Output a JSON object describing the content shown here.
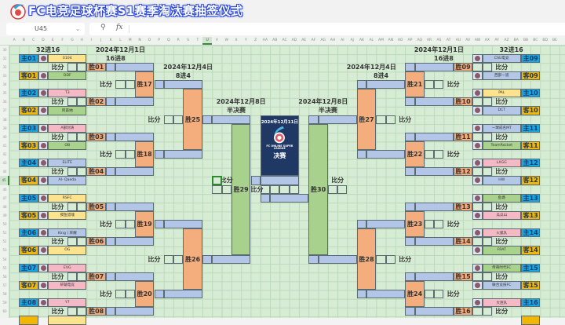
{
  "title": "FC电竞足球杯赛S1赛季淘汰赛抽签仪式",
  "formula_bar": {
    "name_box": "U45",
    "fx_label": "fx"
  },
  "selected_cell": {
    "column": "U",
    "row": 45
  },
  "column_letters": [
    "A",
    "B",
    "C",
    "D",
    "E",
    "F",
    "G",
    "H",
    "I",
    "J",
    "K",
    "L",
    "M",
    "N",
    "O",
    "P",
    "Q",
    "R",
    "S",
    "T",
    "U",
    "V",
    "W",
    "X",
    "Y",
    "Z",
    "AA",
    "AB",
    "AC",
    "AD",
    "AE",
    "AF",
    "AG",
    "AH",
    "AI",
    "AJ",
    "AK",
    "AL",
    "AM",
    "AN",
    "AO",
    "AP",
    "AQ",
    "AR",
    "AS",
    "AT",
    "AU",
    "AV",
    "AW",
    "AX",
    "AY",
    "AZ",
    "BA",
    "BB",
    "BC",
    "BD",
    "BE"
  ],
  "row_numbers": [
    30,
    31,
    32,
    33,
    34,
    35,
    36,
    37,
    38,
    39,
    40,
    41,
    42,
    43,
    44,
    45,
    46,
    47,
    48,
    49,
    50,
    51,
    52,
    53,
    54,
    55,
    56,
    57,
    58,
    59,
    60
  ],
  "headers": {
    "left_r32": "32进16",
    "left_r16_date": "2024年12月1日",
    "left_r16": "16进8",
    "left_qf_date": "2024年12月4日",
    "left_qf": "8进4",
    "left_sf_date": "2024年12月8日",
    "left_sf": "半决赛",
    "right_sf_date": "2024年12月8日",
    "right_sf": "半决赛",
    "right_qf_date": "2024年12月4日",
    "right_qf": "8进4",
    "right_r16_date": "2024年12月1日",
    "right_r16": "16进8",
    "right_r32": "32进16"
  },
  "score_label": "比分",
  "left_teams": [
    {
      "slot": "主01",
      "name": "0104",
      "color": "yellow"
    },
    {
      "slot": "客01",
      "name": "DDF",
      "color": "green"
    },
    {
      "slot": "主02",
      "name": "T3",
      "color": "pink"
    },
    {
      "slot": "客02",
      "name": "阿森纳",
      "color": "green"
    },
    {
      "slot": "主03",
      "name": "A部剑涛",
      "color": "pink"
    },
    {
      "slot": "客03",
      "name": "OB",
      "color": "green"
    },
    {
      "slot": "主04",
      "name": "ELITE",
      "color": "blue"
    },
    {
      "slot": "客04",
      "name": "Al- Qaeda",
      "color": "blue"
    },
    {
      "slot": "主05",
      "name": "RSFC",
      "color": "yellow"
    },
    {
      "slot": "客05",
      "name": "摸鱼猎魂",
      "color": "yellow"
    },
    {
      "slot": "主06",
      "name": "King丨荣耀",
      "color": "blue"
    },
    {
      "slot": "客06",
      "name": "OG",
      "color": "yellow"
    },
    {
      "slot": "主07",
      "name": "EVG",
      "color": "pink"
    },
    {
      "slot": "客07",
      "name": "轩辕电竞",
      "color": "pink"
    },
    {
      "slot": "主08",
      "name": "Y7",
      "color": "pink"
    }
  ],
  "right_teams": [
    {
      "slot": "主09",
      "name": "CSU电竞",
      "color": "blue"
    },
    {
      "slot": "客09",
      "name": "西部一道",
      "color": "blue"
    },
    {
      "slot": "主10",
      "name": "PAL",
      "color": "yellow"
    },
    {
      "slot": "客10",
      "name": "DCT",
      "color": "blue"
    },
    {
      "slot": "主11",
      "name": "一球成名MT",
      "color": "blue"
    },
    {
      "slot": "客11",
      "name": "TeamRocket",
      "color": "green"
    },
    {
      "slot": "主12",
      "name": "LXGG",
      "color": "pink"
    },
    {
      "slot": "客12",
      "name": "HW",
      "color": "blue"
    },
    {
      "slot": "主13",
      "name": "鱼塘",
      "color": "green"
    },
    {
      "slot": "客13",
      "name": "瓜瓜山",
      "color": "pink"
    },
    {
      "slot": "主14",
      "name": "火狐队",
      "color": "pink"
    },
    {
      "slot": "客14",
      "name": "FRAT",
      "color": "green"
    },
    {
      "slot": "主15",
      "name": "传奇时代FC",
      "color": "green"
    },
    {
      "slot": "客15",
      "name": "联合竞技FC",
      "color": "blue"
    },
    {
      "slot": "主16",
      "name": "大连队",
      "color": "pink"
    }
  ],
  "winners": {
    "left_r16": [
      "胜01",
      "胜02",
      "胜03",
      "胜04",
      "胜05",
      "胜06",
      "胜07",
      "胜08"
    ],
    "right_r16": [
      "胜09",
      "胜10",
      "胜11",
      "胜12",
      "胜13",
      "胜14",
      "胜15",
      "胜16"
    ],
    "left_qf": [
      "胜17",
      "胜18",
      "胜19",
      "胜20"
    ],
    "right_qf": [
      "胜21",
      "胜22",
      "胜23",
      "胜24"
    ],
    "left_sf": [
      "胜25",
      "胜26"
    ],
    "right_sf": [
      "胜27",
      "胜28"
    ],
    "semis": [
      "胜29",
      "胜30"
    ]
  },
  "final": {
    "date": "2024年12月11日",
    "logo_text": "FC ONLINE SUPER LEAGUE",
    "label": "决赛"
  },
  "colors": {
    "home": "#17a6e6",
    "away": "#f2b705",
    "winner": "#f4ad7d",
    "semi": "#a9d18e",
    "final": "#1f3864",
    "sheet": "#d7ecd5"
  }
}
